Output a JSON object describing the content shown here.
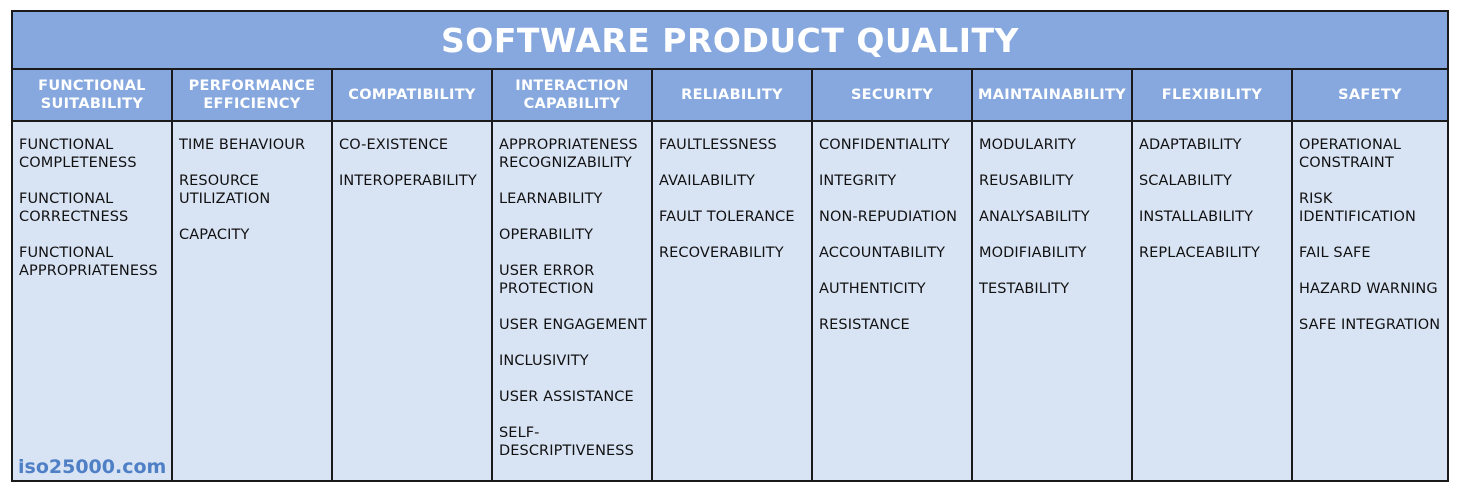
{
  "title": "SOFTWARE PRODUCT QUALITY",
  "watermark": "iso25000.com",
  "colors": {
    "header_fill": "#86a8de",
    "body_fill": "#d8e3f4",
    "header_text": "#ffffff",
    "watermark": "#4f7fc5"
  },
  "characteristics": [
    {
      "name": "FUNCTIONAL\nSUITABILITY",
      "subcharacteristics": [
        "FUNCTIONAL\nCOMPLETENESS",
        "FUNCTIONAL\nCORRECTNESS",
        "FUNCTIONAL\nAPPROPRIATENESS"
      ]
    },
    {
      "name": "PERFORMANCE\nEFFICIENCY",
      "subcharacteristics": [
        "TIME BEHAVIOUR",
        "RESOURCE\nUTILIZATION",
        "CAPACITY"
      ]
    },
    {
      "name": "COMPATIBILITY",
      "subcharacteristics": [
        "CO-EXISTENCE",
        "INTEROPERABILITY"
      ]
    },
    {
      "name": "INTERACTION\nCAPABILITY",
      "subcharacteristics": [
        "APPROPRIATENESS\nRECOGNIZABILITY",
        "LEARNABILITY",
        "OPERABILITY",
        "USER ERROR\nPROTECTION",
        "USER ENGAGEMENT",
        "INCLUSIVITY",
        "USER ASSISTANCE",
        "SELF-\nDESCRIPTIVENESS"
      ]
    },
    {
      "name": "RELIABILITY",
      "subcharacteristics": [
        "FAULTLESSNESS",
        "AVAILABILITY",
        "FAULT TOLERANCE",
        "RECOVERABILITY"
      ]
    },
    {
      "name": "SECURITY",
      "subcharacteristics": [
        "CONFIDENTIALITY",
        "INTEGRITY",
        "NON-REPUDIATION",
        "ACCOUNTABILITY",
        "AUTHENTICITY",
        "RESISTANCE"
      ]
    },
    {
      "name": "MAINTAINABILITY",
      "subcharacteristics": [
        "MODULARITY",
        "REUSABILITY",
        "ANALYSABILITY",
        "MODIFIABILITY",
        "TESTABILITY"
      ]
    },
    {
      "name": "FLEXIBILITY",
      "subcharacteristics": [
        "ADAPTABILITY",
        "SCALABILITY",
        "INSTALLABILITY",
        "REPLACEABILITY"
      ]
    },
    {
      "name": "SAFETY",
      "subcharacteristics": [
        "OPERATIONAL\nCONSTRAINT",
        "RISK\nIDENTIFICATION",
        "FAIL SAFE",
        "HAZARD WARNING",
        "SAFE INTEGRATION"
      ]
    }
  ]
}
